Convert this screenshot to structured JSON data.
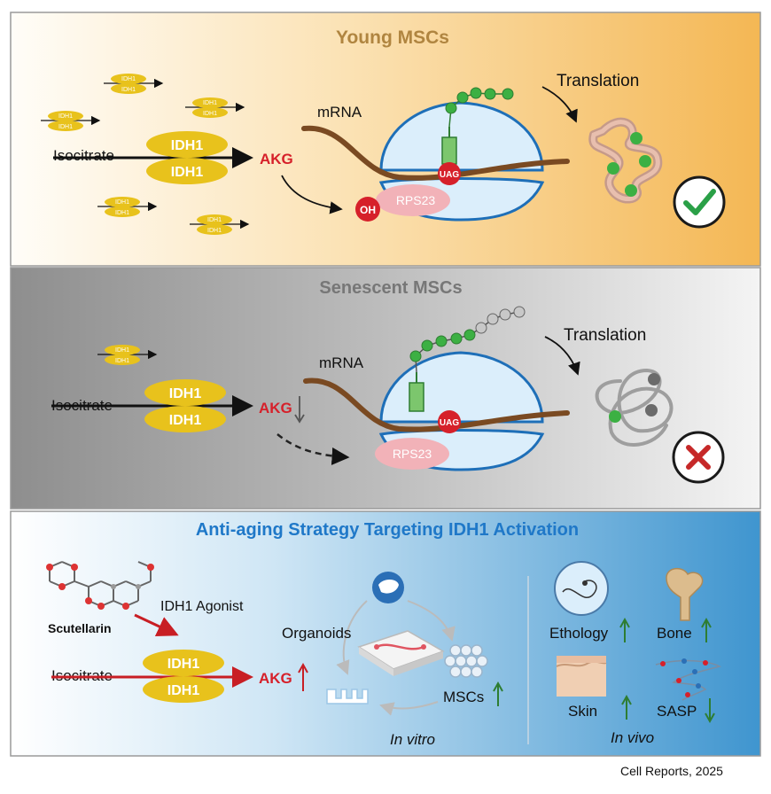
{
  "panels": {
    "young": {
      "title": "Young MSCs",
      "mrna": "mRNA",
      "translation": "Translation",
      "isocitrate": "Isocitrate",
      "idh1": "IDH1",
      "akg": "AKG",
      "uag": "UAG",
      "oh": "OH",
      "rps23": "RPS23",
      "status_icon": "check-icon"
    },
    "senescent": {
      "title": "Senescent MSCs",
      "mrna": "mRNA",
      "translation": "Translation",
      "isocitrate": "Isocitrate",
      "idh1": "IDH1",
      "akg": "AKG",
      "uag": "UAG",
      "rps23": "RPS23",
      "status_icon": "cross-icon"
    },
    "strategy": {
      "title": "Anti-aging Strategy Targeting IDH1 Activation",
      "compound": "Scutellarin",
      "agonist": "IDH1 Agonist",
      "isocitrate": "Isocitrate",
      "idh1": "IDH1",
      "akg": "AKG",
      "organoids": "Organoids",
      "mscs": "MSCs",
      "in_vitro": "In vitro",
      "in_vivo": "In vivo",
      "ethology": "Ethology",
      "bone": "Bone",
      "skin": "Skin",
      "sasp": "SASP"
    }
  },
  "small_enzyme_label": "IDH1",
  "footer": "Cell Reports, 2025",
  "colors": {
    "young_bg_end": "#f4b754",
    "senescent_bg": "#8f8f8f",
    "strategy_bg_end": "#3f95cf",
    "idh1_yellow": "#e8c21c",
    "akg_red": "#d6202a",
    "ribosome_blue": "#1e6fb8",
    "strategy_title": "#1f78c8"
  }
}
